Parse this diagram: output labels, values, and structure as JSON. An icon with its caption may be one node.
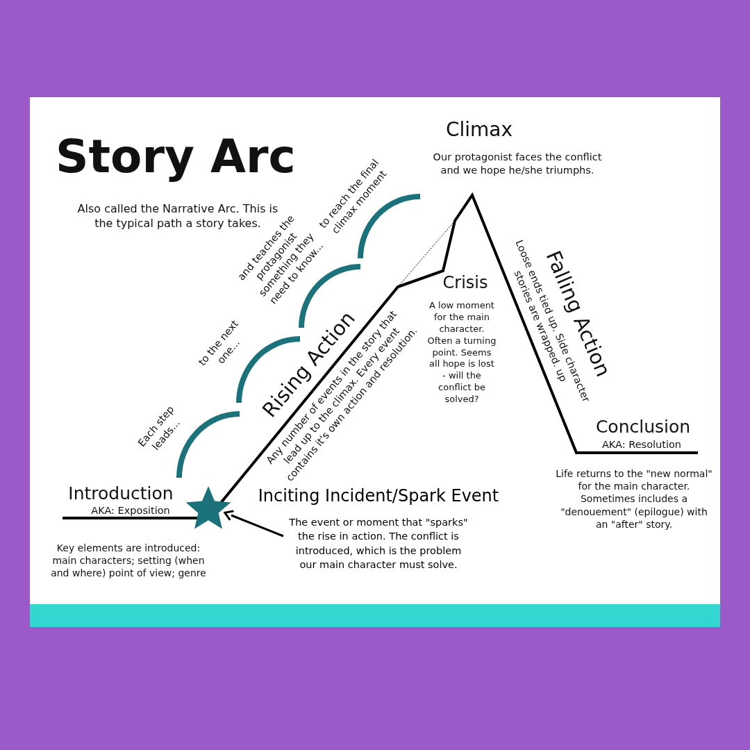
{
  "diagram": {
    "title": "Story Arc",
    "nodes": [
      {
        "text": [],
        "shape": "star"
      },
      {
        "text": [
          "Inciting Incident/Spark Event",
          "The event or moment that \"sparks\" the rise in action. The conflict is introduced, which is the problem our main character must solve."
        ]
      }
    ],
    "edges": [
      {
        "from": 1,
        "to": 0,
        "arrow": "to"
      }
    ],
    "labels": [
      "Also called the Narrative Arc. This is the typical path a story takes.",
      "Climax",
      "Our protagonist faces the conflict and we hope he/she triumphs.",
      "to reach the final climax moment",
      "and teaches the protagonist something they need to know...",
      "Crisis",
      "A low moment for the main character. Often a turning point. Seems all hope is lost - will the conflict be solved?",
      "Falling Action",
      "Loose ends tied up. Side character stories are wrapped. up",
      "to the next one...",
      "Rising Action",
      "Any number of events in the story that lead up to the climax. Every event contains it's own action and resolution.",
      "Each step leads...",
      "Conclusion",
      "AKA: Resolution",
      "Life returns to the \"new normal\" for the main character. Sometimes includes a \"denouement\" (epilogue) with an \"after\" story.",
      "Introduction",
      "AKA: Exposition",
      "Key elements are introduced: main characters; setting (when and where) point of view; genre"
    ]
  }
}
